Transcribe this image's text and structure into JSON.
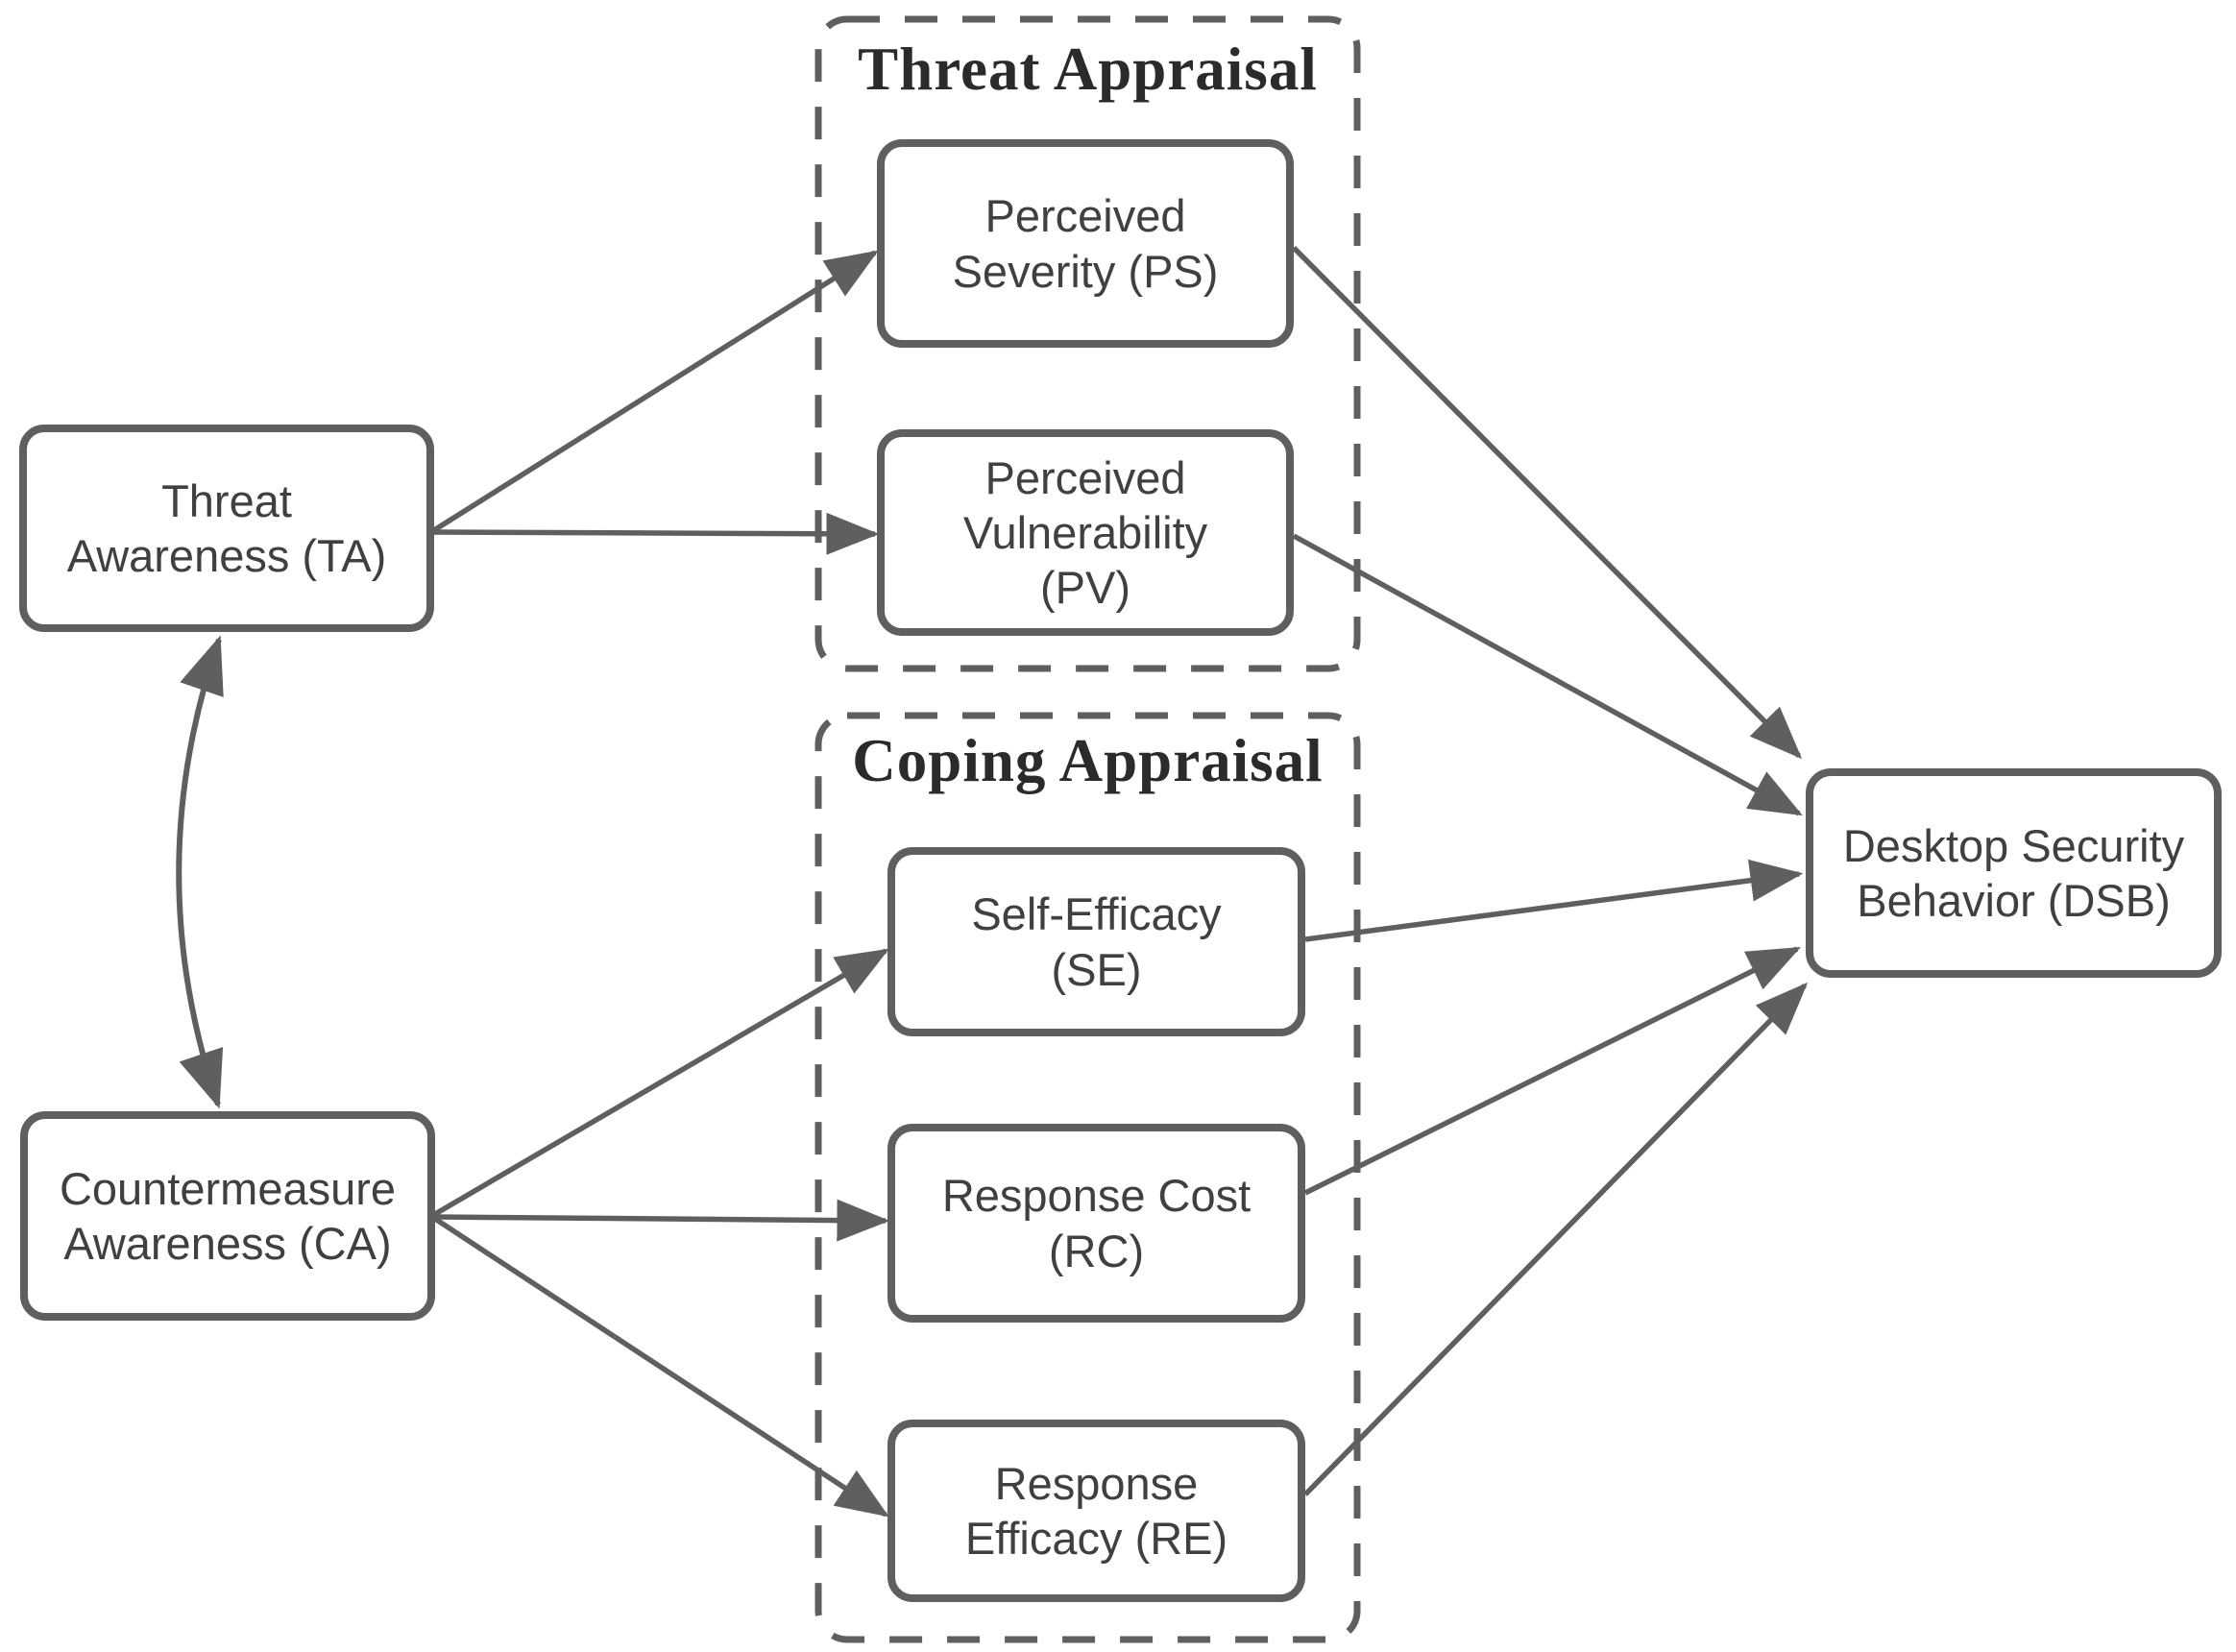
{
  "colors": {
    "background": "#ffffff",
    "stroke": "#5f5f5f",
    "node_text": "#404040",
    "title_text": "#2b2b2b"
  },
  "groups": {
    "threat_appraisal": {
      "title": "Threat Appraisal"
    },
    "coping_appraisal": {
      "title": "Coping Appraisal"
    }
  },
  "nodes": {
    "ta": {
      "label": "Threat\nAwareness (TA)"
    },
    "ca": {
      "label": "Countermeasure\nAwareness (CA)"
    },
    "ps": {
      "label": "Perceived\nSeverity (PS)",
      "group": "Threat Appraisal"
    },
    "pv": {
      "label": "Perceived\nVulnerability\n(PV)",
      "group": "Threat Appraisal"
    },
    "se": {
      "label": "Self-Efficacy\n(SE)",
      "group": "Coping Appraisal"
    },
    "rc": {
      "label": "Response Cost\n(RC)",
      "group": "Coping Appraisal"
    },
    "re": {
      "label": "Response\nEfficacy (RE)",
      "group": "Coping Appraisal"
    },
    "dsb": {
      "label": "Desktop Security\nBehavior (DSB)"
    }
  },
  "edges": [
    {
      "from": "TA",
      "to": "PS",
      "style": "arrow"
    },
    {
      "from": "TA",
      "to": "PV",
      "style": "arrow"
    },
    {
      "from": "CA",
      "to": "SE",
      "style": "arrow"
    },
    {
      "from": "CA",
      "to": "RC",
      "style": "arrow"
    },
    {
      "from": "CA",
      "to": "RE",
      "style": "arrow"
    },
    {
      "from": "PS",
      "to": "DSB",
      "style": "arrow"
    },
    {
      "from": "PV",
      "to": "DSB",
      "style": "arrow"
    },
    {
      "from": "SE",
      "to": "DSB",
      "style": "arrow"
    },
    {
      "from": "RC",
      "to": "DSB",
      "style": "arrow"
    },
    {
      "from": "RE",
      "to": "DSB",
      "style": "arrow"
    },
    {
      "from": "TA",
      "to": "CA",
      "style": "curved-double-arrow"
    }
  ]
}
